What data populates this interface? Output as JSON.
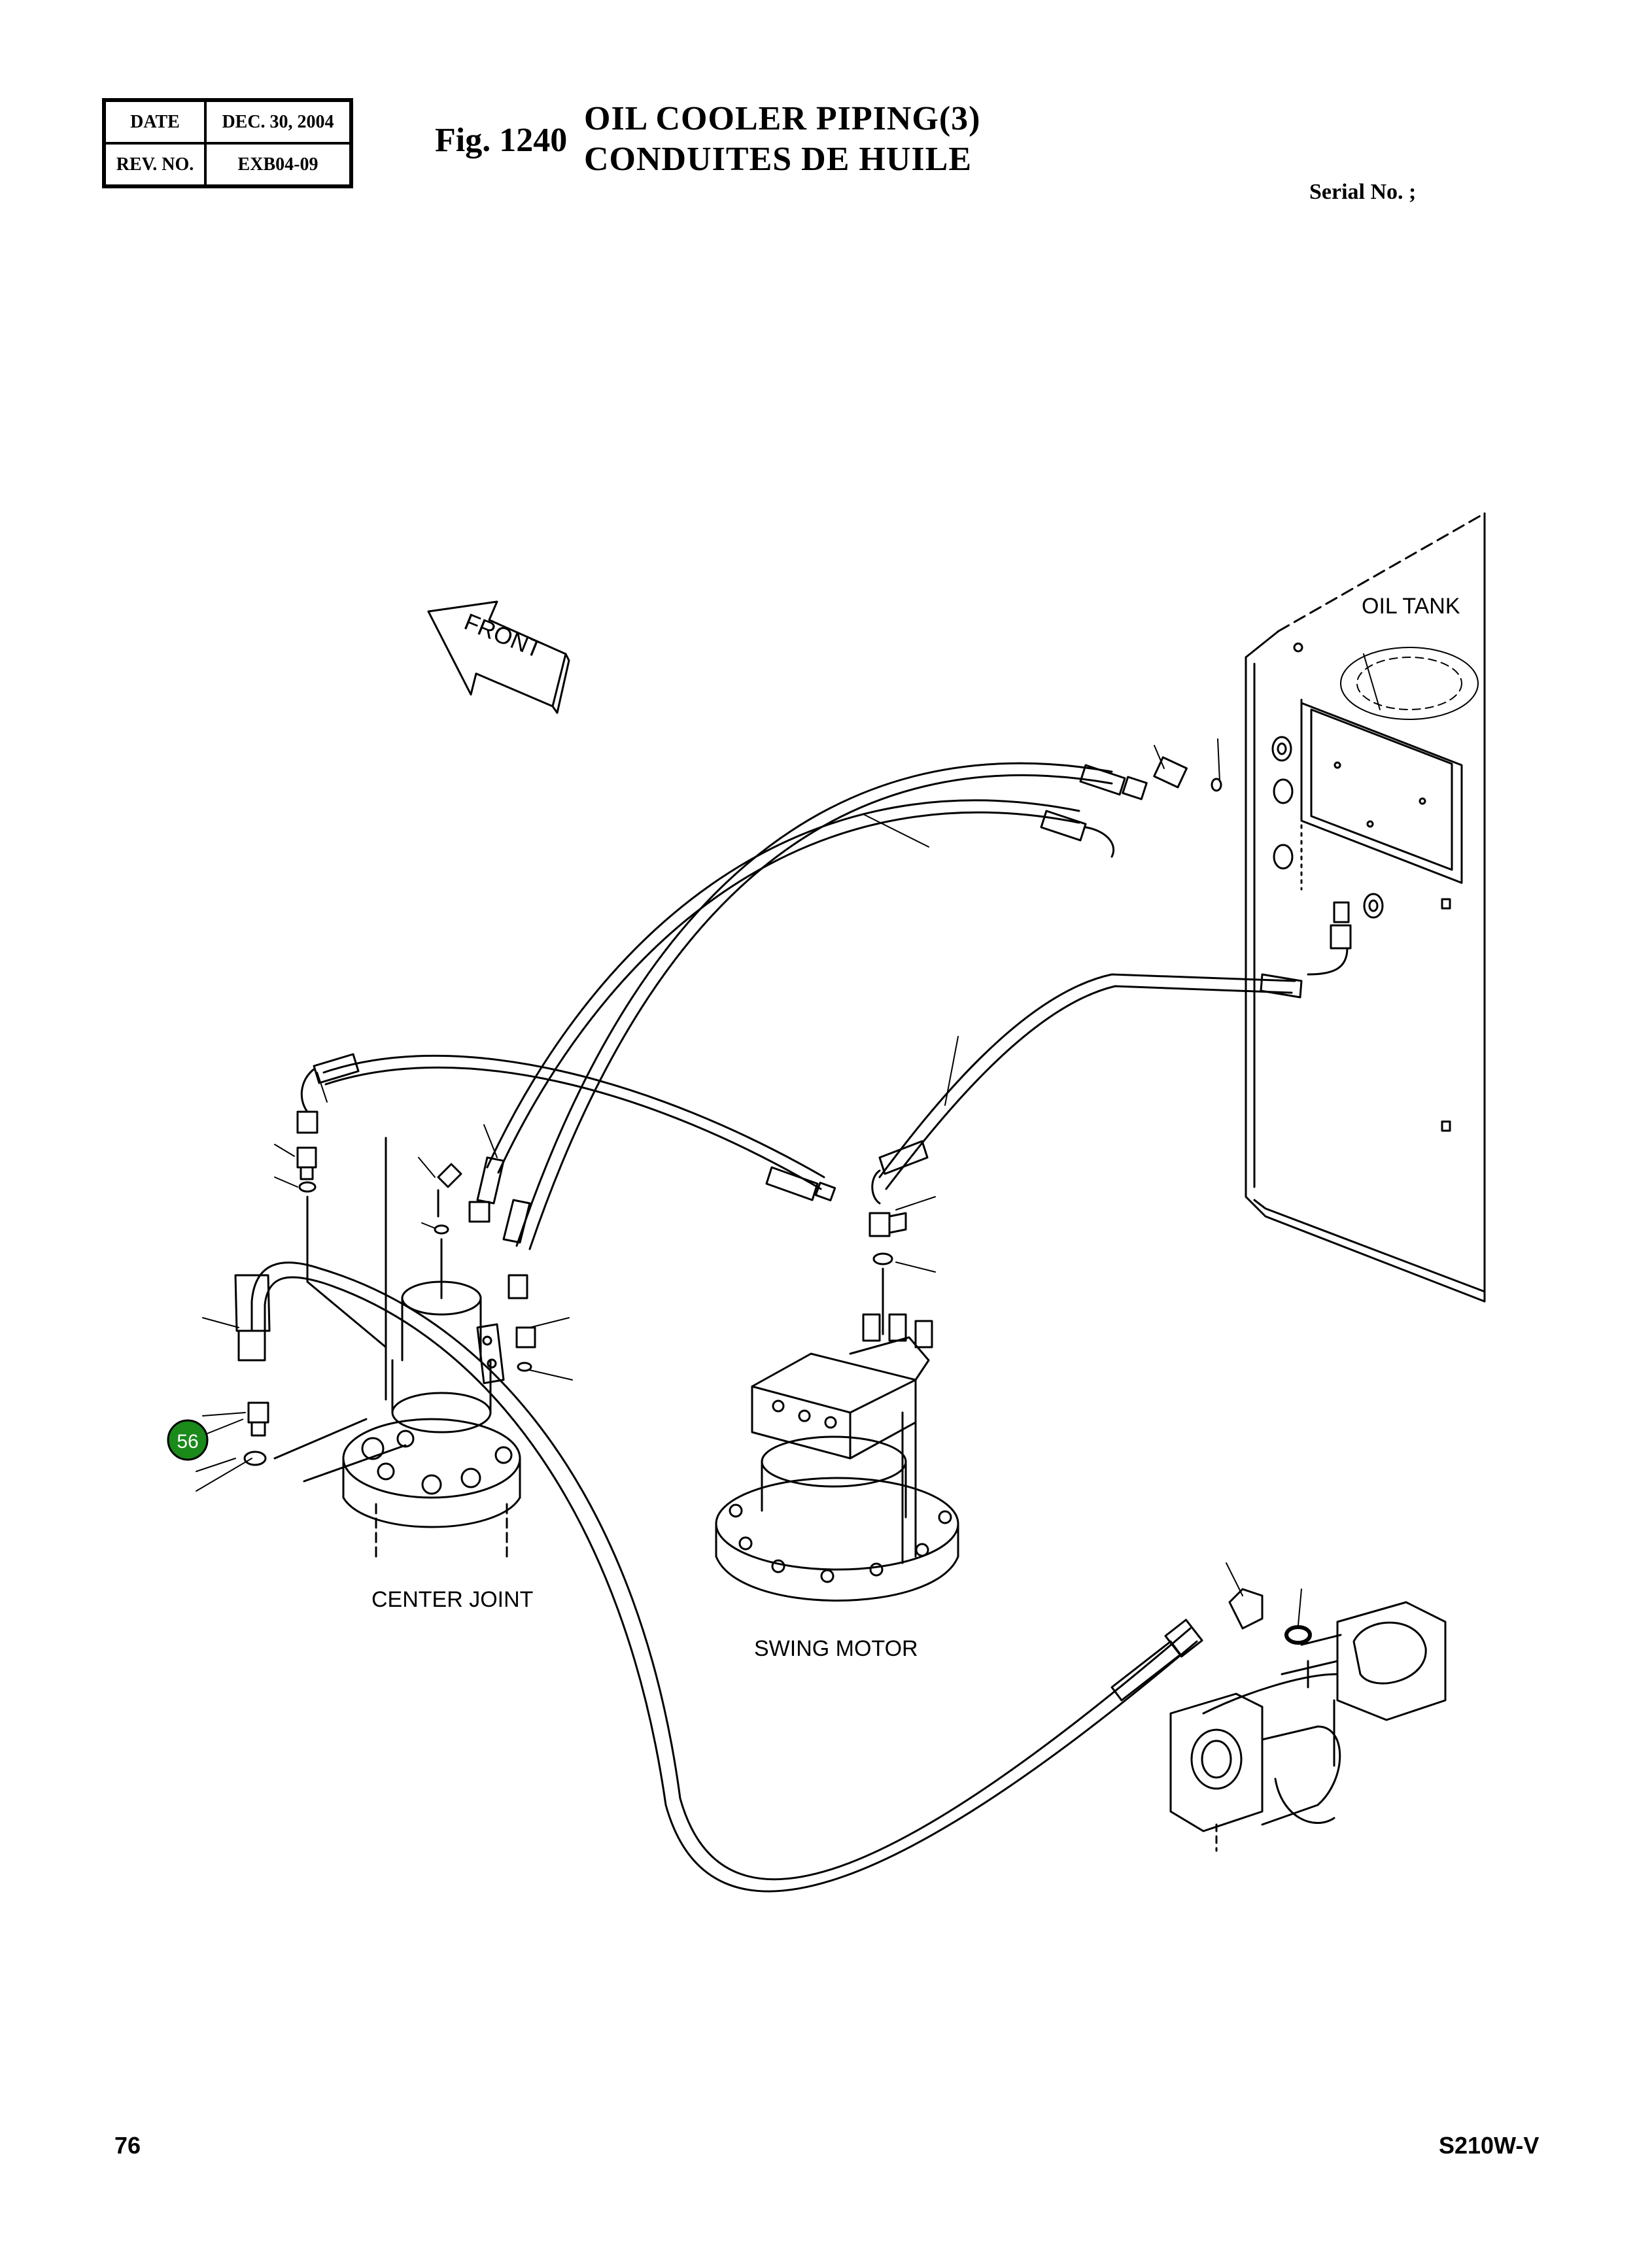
{
  "header": {
    "date_label": "DATE",
    "date_value": "DEC. 30, 2004",
    "rev_label": "REV. NO.",
    "rev_value": "EXB04-09"
  },
  "figure": {
    "number": "Fig. 1240",
    "title_en": "OIL COOLER PIPING(3)",
    "title_fr": "CONDUITES DE HUILE"
  },
  "serial_label": "Serial No. ;",
  "diagram": {
    "labels": {
      "oil_tank": "OIL TANK",
      "front": "FRONT",
      "center_joint": "CENTER JOINT",
      "swing_motor": "SWING MOTOR"
    },
    "callouts": [
      {
        "number": "56",
        "color": "#1a8a1a"
      }
    ]
  },
  "footer": {
    "page_number": "76",
    "model": "S210W-V"
  }
}
